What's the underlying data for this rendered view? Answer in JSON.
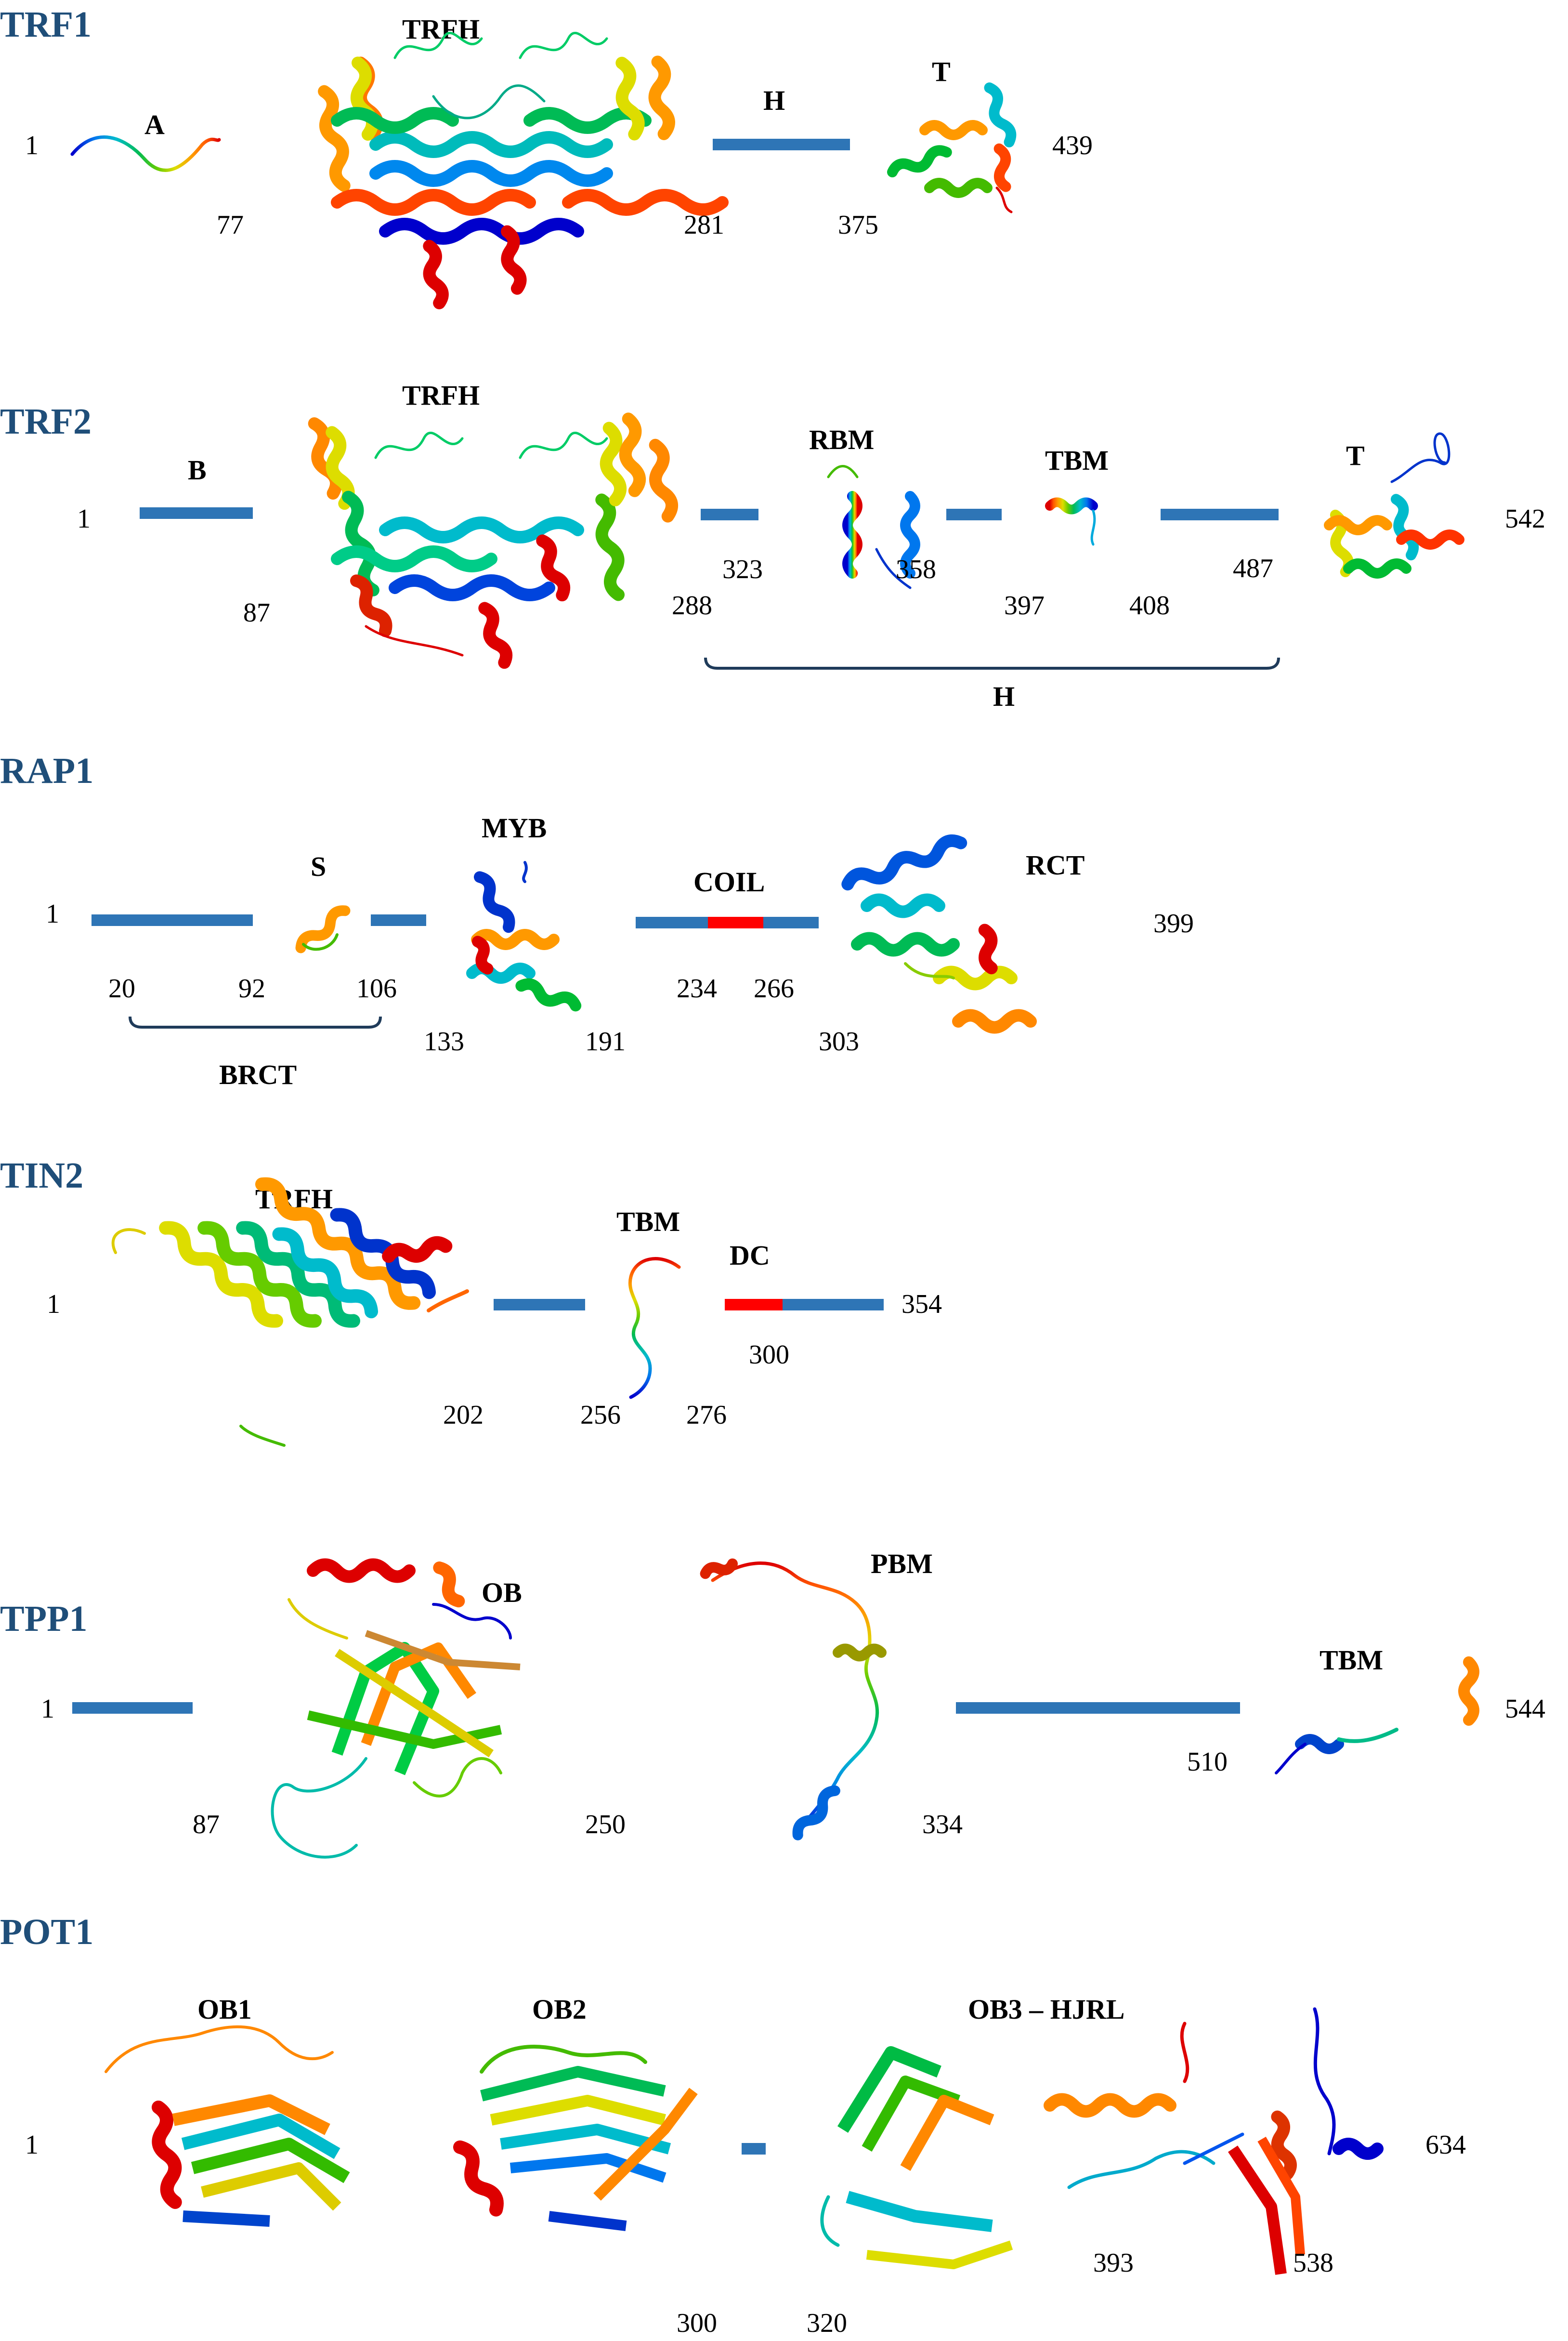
{
  "colors": {
    "label": "#1f4e79",
    "bar": "#2e75b6",
    "highlight": "#ff0000",
    "rainbow": [
      "#0000cc",
      "#0077ee",
      "#00bbcc",
      "#00bb55",
      "#66cc00",
      "#dddd00",
      "#ff9900",
      "#ff5500",
      "#dd0000"
    ]
  },
  "proteins": [
    {
      "name": "TRF1",
      "domains": [
        {
          "label": "A"
        },
        {
          "label": "TRFH"
        },
        {
          "label": "H"
        },
        {
          "label": "T"
        }
      ],
      "positions": [
        "1",
        "77",
        "281",
        "375",
        "439"
      ]
    },
    {
      "name": "TRF2",
      "domains": [
        {
          "label": "B"
        },
        {
          "label": "TRFH"
        },
        {
          "label": "RBM"
        },
        {
          "label": "TBM"
        },
        {
          "label": "T"
        },
        {
          "label": "H"
        }
      ],
      "positions": [
        "1",
        "87",
        "288",
        "323",
        "358",
        "397",
        "408",
        "487",
        "542"
      ]
    },
    {
      "name": "RAP1",
      "domains": [
        {
          "label": "S"
        },
        {
          "label": "MYB"
        },
        {
          "label": "COIL"
        },
        {
          "label": "RCT"
        },
        {
          "label": "BRCT"
        }
      ],
      "positions": [
        "1",
        "20",
        "92",
        "106",
        "133",
        "191",
        "234",
        "266",
        "303",
        "399"
      ]
    },
    {
      "name": "TIN2",
      "domains": [
        {
          "label": "TRFH"
        },
        {
          "label": "TBM"
        },
        {
          "label": "DC"
        }
      ],
      "positions": [
        "1",
        "202",
        "256",
        "276",
        "300",
        "354"
      ]
    },
    {
      "name": "TPP1",
      "domains": [
        {
          "label": "OB"
        },
        {
          "label": "PBM"
        },
        {
          "label": "TBM"
        }
      ],
      "positions": [
        "1",
        "87",
        "250",
        "334",
        "510",
        "544"
      ]
    },
    {
      "name": "POT1",
      "domains": [
        {
          "label": "OB1"
        },
        {
          "label": "OB2"
        },
        {
          "label": "OB3 – HJRL"
        }
      ],
      "positions": [
        "1",
        "300",
        "320",
        "393",
        "538",
        "634"
      ]
    }
  ]
}
